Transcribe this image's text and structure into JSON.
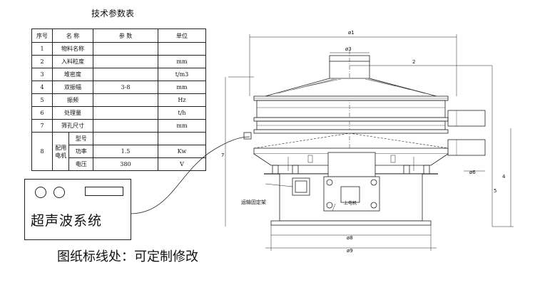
{
  "table_title": "技术参数表",
  "table": {
    "headers": [
      "序号",
      "名 称",
      "参 数",
      "单位"
    ],
    "rows": [
      {
        "no": "1",
        "name": "物料名称",
        "value": "",
        "unit": ""
      },
      {
        "no": "2",
        "name": "入料粒度",
        "value": "",
        "unit": "mm"
      },
      {
        "no": "3",
        "name": "堆密度",
        "value": "",
        "unit": "t/m3"
      },
      {
        "no": "4",
        "name": "双振幅",
        "value": "3-8",
        "unit": "mm"
      },
      {
        "no": "5",
        "name": "振频",
        "value": "",
        "unit": "Hz"
      },
      {
        "no": "6",
        "name": "处理量",
        "value": "",
        "unit": "t/h"
      },
      {
        "no": "7",
        "name": "筛孔尺寸",
        "value": "",
        "unit": "mm"
      }
    ],
    "motor_group": {
      "no": "8",
      "name": "配用电机",
      "rows": [
        {
          "name": "型号",
          "value": "",
          "unit": ""
        },
        {
          "name": "功率",
          "value": "1.5",
          "unit": "Kw"
        },
        {
          "name": "电压",
          "value": "380",
          "unit": "V"
        }
      ]
    }
  },
  "controller_label": "超声波系统",
  "footer_note": "图纸标线处：可定制修改",
  "dimensions": {
    "d1": "ø1",
    "d2": "2",
    "d3": "ø3",
    "d4": "4",
    "d5": "5",
    "d6": "ø6",
    "d7": "7",
    "d8": "ø8",
    "d9": "ø9"
  },
  "annotations": {
    "transport_bracket": "运输固定架",
    "motor_plate": "上电机"
  }
}
